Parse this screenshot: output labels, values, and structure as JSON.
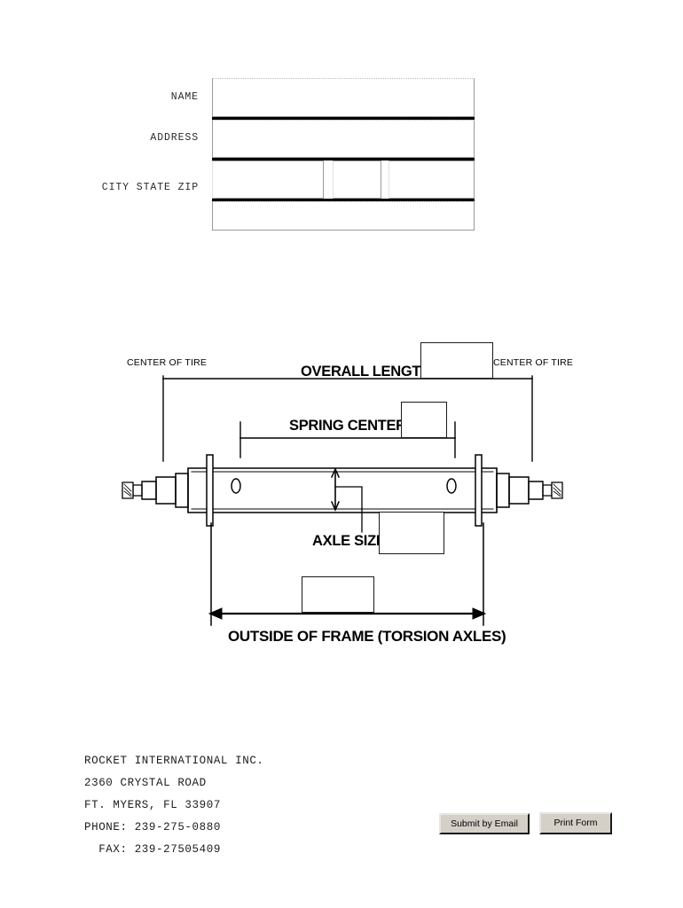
{
  "form": {
    "labels": {
      "name": "NAME",
      "address": "ADDRESS",
      "city_state_zip": "CITY STATE ZIP"
    },
    "fields": {
      "name": "",
      "address": "",
      "city": "",
      "state": "",
      "zip": "",
      "extra": ""
    }
  },
  "diagram": {
    "center_of_tire_left": "CENTER OF TIRE",
    "center_of_tire_right": "CENTER OF TIRE",
    "overall_length_label": "OVERALL LENGTH",
    "spring_centers_label": "SPRING CENTERS",
    "axle_size_label": "AXLE SIZE",
    "outside_of_frame_label": "OUTSIDE OF FRAME (TORSION AXLES)",
    "values": {
      "overall_length": "",
      "spring_centers": "",
      "axle_size": "",
      "outside_of_frame": ""
    }
  },
  "footer": {
    "company": "ROCKET INTERNATIONAL INC.",
    "street": "2360 CRYSTAL ROAD",
    "citystate": "FT. MYERS, FL 33907",
    "phone": "PHONE: 239-275-0880",
    "fax": "  FAX: 239-27505409"
  },
  "buttons": {
    "submit": "Submit by Email",
    "print": "Print Form"
  }
}
